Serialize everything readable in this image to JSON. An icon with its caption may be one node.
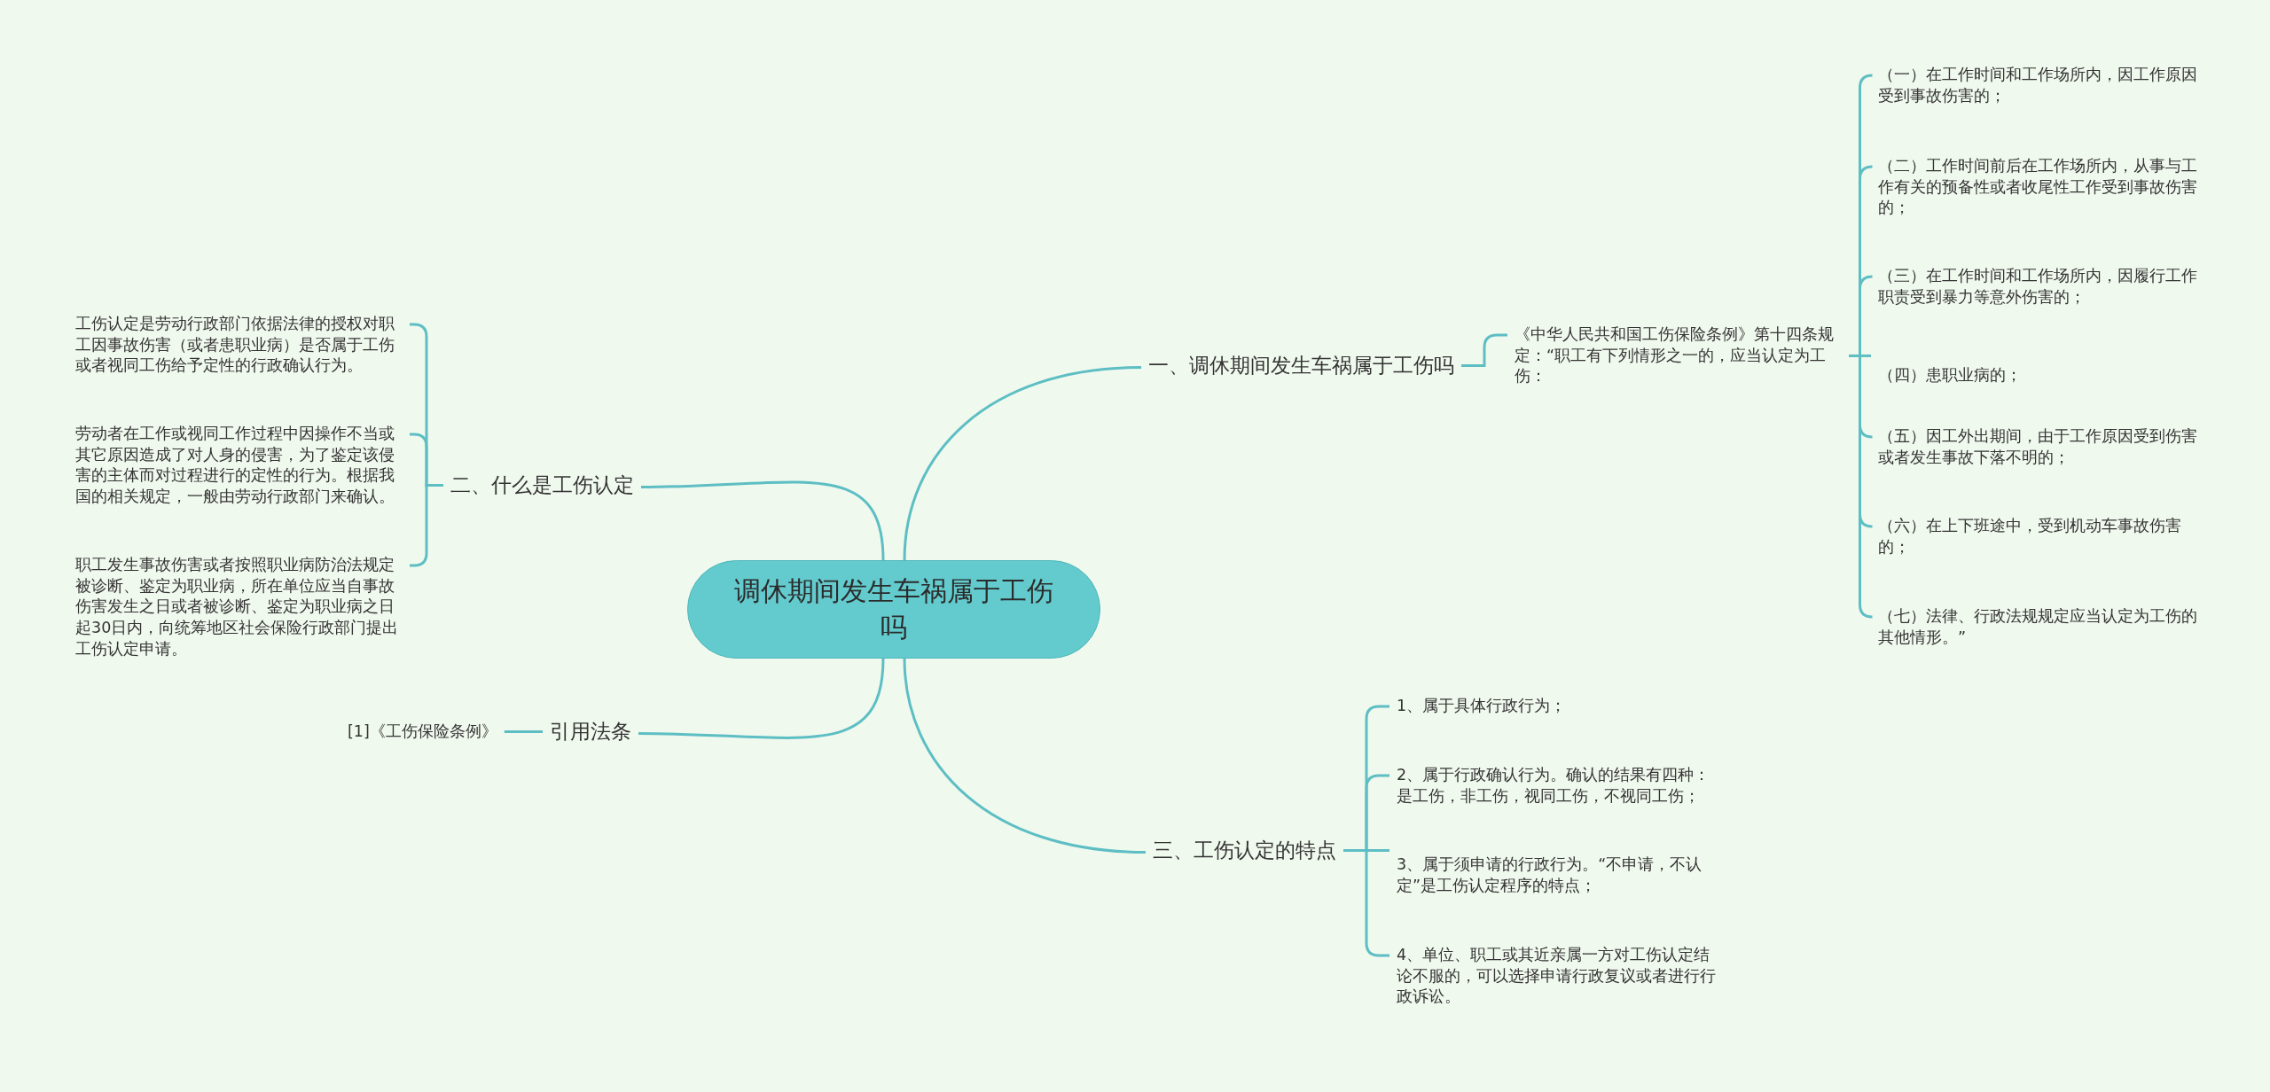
{
  "diagram": {
    "nodes": [
      {
        "text": [
          "调休期间发生车祸属于工伤吗"
        ]
      },
      {
        "text": [
          "一、调休期间发生车祸属于工伤吗"
        ]
      },
      {
        "text": [
          "《中华人民共和国工伤保险条例》第十四条规定：“职工有下列情形之一的，应当认定为工伤："
        ]
      },
      {
        "text": [
          "（一）在工作时间和工作场所内，因工作原因受到事故伤害的；"
        ]
      },
      {
        "text": [
          "（二）工作时间前后在工作场所内，从事与工作有关的预备性或者收尾性工作受到事故伤害的；"
        ]
      },
      {
        "text": [
          "（三）在工作时间和工作场所内，因履行工作职责受到暴力等意外伤害的；"
        ]
      },
      {
        "text": [
          "（四）患职业病的；"
        ]
      },
      {
        "text": [
          "（五）因工外出期间，由于工作原因受到伤害或者发生事故下落不明的；"
        ]
      },
      {
        "text": [
          "（六）在上下班途中，受到机动车事故伤害的；"
        ]
      },
      {
        "text": [
          "（七）法律、行政法规规定应当认定为工伤的其他情形。”"
        ]
      },
      {
        "text": [
          "二、什么是工伤认定"
        ]
      },
      {
        "text": [
          "工伤认定是劳动行政部门依据法律的授权对职工因事故伤害（或者患职业病）是否属于工伤或者视同工伤给予定性的行政确认行为。"
        ]
      },
      {
        "text": [
          "劳动者在工作或视同工作过程中因操作不当或其它原因造成了对人身的侵害，为了鉴定该侵害的主体而对过程进行的定性的行为。根据我国的相关规定，一般由劳动行政部门来确认。"
        ]
      },
      {
        "text": [
          "职工发生事故伤害或者按照职业病防治法规定被诊断、鉴定为职业病，所在单位应当自事故伤害发生之日或者被诊断、鉴定为职业病之日起30日内，向统筹地区社会保险行政部门提出工伤认定申请。"
        ]
      },
      {
        "text": [
          "引用法条"
        ]
      },
      {
        "text": [
          "[1]《工伤保险条例》"
        ]
      },
      {
        "text": [
          "三、工伤认定的特点"
        ]
      },
      {
        "text": [
          "1、属于具体行政行为；"
        ]
      },
      {
        "text": [
          "2、属于行政确认行为。确认的结果有四种：是工伤，非工伤，视同工伤，不视同工伤；"
        ]
      },
      {
        "text": [
          "3、属于须申请的行政行为。“不申请，不认定”是工伤认定程序的特点；"
        ]
      },
      {
        "text": [
          "4、单位、职工或其近亲属一方对工伤认定结论不服的，可以选择申请行政复议或者进行行政诉讼。"
        ]
      }
    ],
    "edges": [
      {
        "from": 0,
        "to": 1,
        "arrow": "none"
      },
      {
        "from": 1,
        "to": 2,
        "arrow": "none"
      },
      {
        "from": 2,
        "to": 3,
        "arrow": "none"
      },
      {
        "from": 2,
        "to": 4,
        "arrow": "none"
      },
      {
        "from": 2,
        "to": 5,
        "arrow": "none"
      },
      {
        "from": 2,
        "to": 6,
        "arrow": "none"
      },
      {
        "from": 2,
        "to": 7,
        "arrow": "none"
      },
      {
        "from": 2,
        "to": 8,
        "arrow": "none"
      },
      {
        "from": 2,
        "to": 9,
        "arrow": "none"
      },
      {
        "from": 0,
        "to": 10,
        "arrow": "none"
      },
      {
        "from": 10,
        "to": 11,
        "arrow": "none"
      },
      {
        "from": 10,
        "to": 12,
        "arrow": "none"
      },
      {
        "from": 10,
        "to": 13,
        "arrow": "none"
      },
      {
        "from": 0,
        "to": 14,
        "arrow": "none"
      },
      {
        "from": 14,
        "to": 15,
        "arrow": "none"
      },
      {
        "from": 0,
        "to": 16,
        "arrow": "none"
      },
      {
        "from": 16,
        "to": 17,
        "arrow": "none"
      },
      {
        "from": 16,
        "to": 18,
        "arrow": "none"
      },
      {
        "from": 16,
        "to": 19,
        "arrow": "none"
      },
      {
        "from": 16,
        "to": 20,
        "arrow": "none"
      }
    ]
  }
}
